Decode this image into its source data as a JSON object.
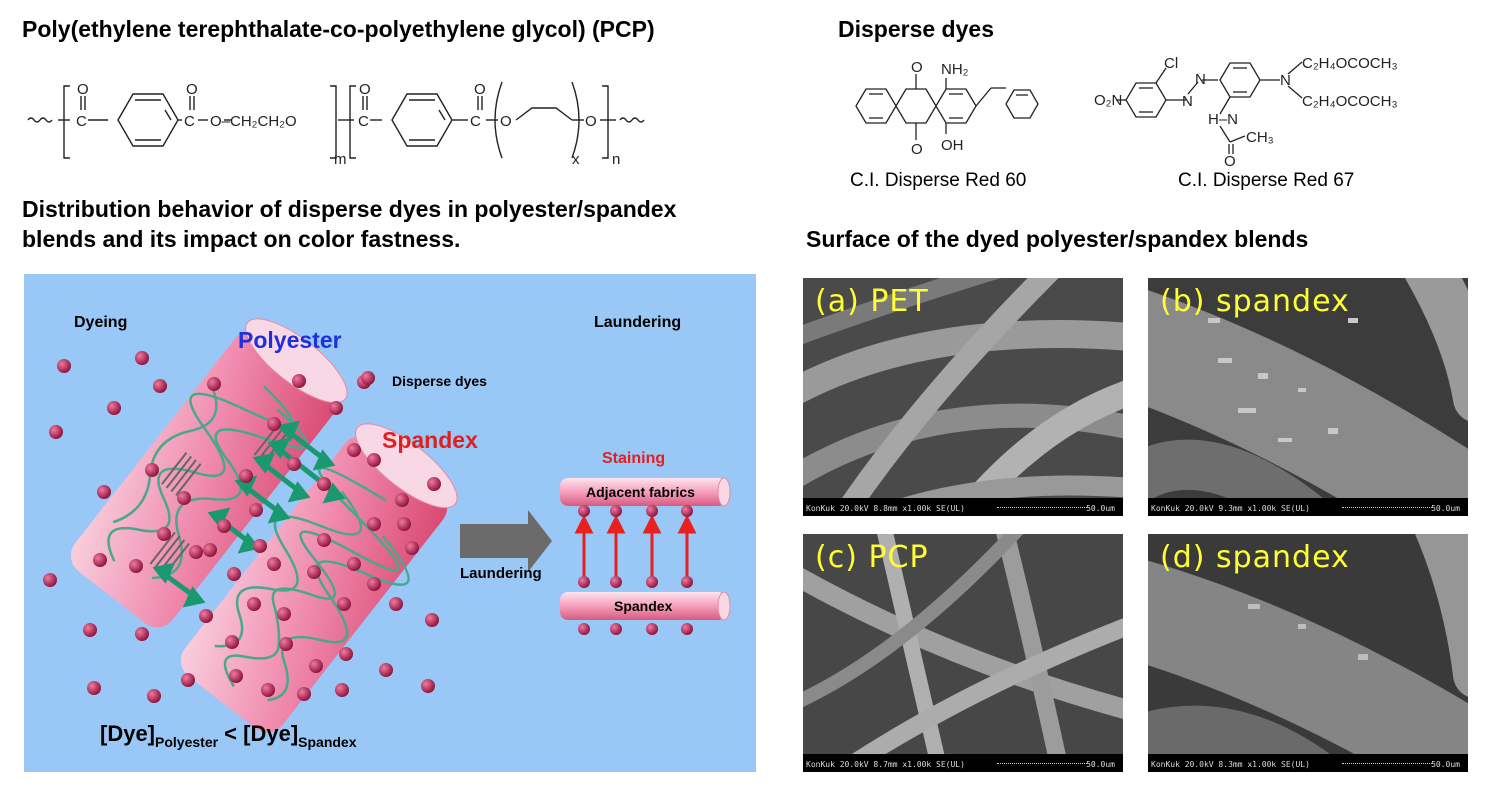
{
  "titles": {
    "pcp": "Poly(ethylene terephthalate-co-polyethylene glycol) (PCP)",
    "disperse_dyes": "Disperse dyes",
    "distribution_line1": "Distribution behavior of disperse dyes in polyester/spandex",
    "distribution_line2": "blends and its impact on color fastness.",
    "surface": "Surface of the dyed polyester/spandex blends"
  },
  "pcp_structure": {
    "carbonyl_O": "O",
    "segment": "O–CH₂CH₂O",
    "ether_O": "O",
    "end_O": "O",
    "sub_m": "m",
    "sub_x": "x",
    "sub_n": "n"
  },
  "dyes": {
    "red60": {
      "name": "C.I. Disperse Red 60",
      "nh2": "NH₂",
      "oh": "OH",
      "o_top": "O",
      "o_bottom": "O"
    },
    "red67": {
      "name": "C.I. Disperse Red 67",
      "cl": "Cl",
      "no2": "O₂N",
      "azo_n1": "N",
      "azo_n2": "N",
      "hn": "H–N",
      "amine_n": "N",
      "sub1": "C₂H₄OCOCH₃",
      "sub2": "C₂H₄OCOCH₃",
      "ch3": "CH₃",
      "o": "O"
    }
  },
  "diagram": {
    "dyeing": "Dyeing",
    "laundering_top": "Laundering",
    "polyester": "Polyester",
    "spandex": "Spandex",
    "disperse_dyes": "Disperse dyes",
    "staining": "Staining",
    "adjacent_fabrics": "Adjacent fabrics",
    "spandex_small": "Spandex",
    "laundering_arrow": "Laundering",
    "eq_dye1": "[Dye]",
    "eq_sub1": "Polyester",
    "eq_lt": " < ",
    "eq_dye2": "[Dye]",
    "eq_sub2": "Spandex",
    "colors": {
      "background": "#99c8f7",
      "polyester_label": "#1f2fe0",
      "spandex_label": "#e02020",
      "dye_dot": "#b01848",
      "arrow_green": "#1a9870",
      "chain_green": "#4aa88a"
    }
  },
  "sem": [
    {
      "label": "(a) PET",
      "info": "KonKuk 20.0kV 8.8mm x1.00k SE(UL)",
      "scale": "50.0um"
    },
    {
      "label": "(b) spandex",
      "info": "KonKuk 20.0kV 9.3mm x1.00k SE(UL)",
      "scale": "50.0um"
    },
    {
      "label": "(c) PCP",
      "info": "KonKuk 20.0kV 8.7mm x1.00k SE(UL)",
      "scale": "50.0um"
    },
    {
      "label": "(d) spandex",
      "info": "KonKuk 20.0kV 8.3mm x1.00k SE(UL)",
      "scale": "50.0um"
    }
  ]
}
